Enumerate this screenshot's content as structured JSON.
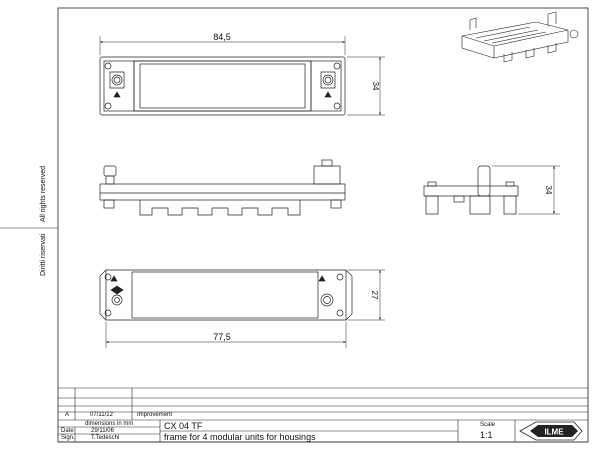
{
  "side_captions": {
    "rights_reserved": "All rights reserved",
    "diritti_riservati": "Diritti riservati"
  },
  "dimensions": {
    "top_width": "84,5",
    "top_height": "34",
    "side_height": "34",
    "bottom_width": "77,5",
    "bottom_height": "27"
  },
  "title_block": {
    "revision_letter": "A",
    "revision_date": "07/11/12",
    "revision_text": "Improvement",
    "dimensions_note": "dimensions in mm",
    "date_label": "Date",
    "date_value": "29/11/06",
    "sign_label": "Sign.",
    "sign_value": "T.Tedeschi",
    "part_code": "CX 04 TF",
    "description": "frame for 4 modular units for housings",
    "scale_label": "Scale",
    "scale_value": "1:1",
    "logo_text": "ILME"
  },
  "colors": {
    "line": "#222222",
    "paper": "#ffffff"
  }
}
